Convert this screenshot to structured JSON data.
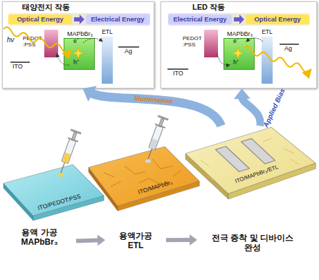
{
  "diagram": {
    "nodes": [
      {
        "text": [
          "태양전지 작동"
        ]
      },
      {
        "text": [
          "Optical Energy",
          "Electrical Energy"
        ],
        "in": 0
      },
      {
        "text": [
          "PEDOT :PSS"
        ],
        "in": 0
      },
      {
        "text": [
          "MAPbBr₃"
        ],
        "in": 0
      },
      {
        "text": [
          "ETL"
        ],
        "in": 0
      },
      {
        "text": [
          "LED 작동"
        ]
      },
      {
        "text": [
          "Electrical Energy",
          "Optical Energy"
        ],
        "in": 5
      },
      {
        "text": [
          "PEDOT :PSS"
        ],
        "in": 5
      },
      {
        "text": [
          "MAPbBr₃"
        ],
        "in": 5
      },
      {
        "text": [
          "ETL"
        ],
        "in": 5
      },
      {
        "text": [
          "ITO/PEDOT:PSS",
          "용액 가공 MAPbBr₃"
        ]
      },
      {
        "text": [
          "ITO/MAPbBr₃",
          "용액가공 ETL"
        ]
      },
      {
        "text": [
          "ITO/MAPbBr₃/ETL",
          "전극 증착 및 디바이스 완성"
        ]
      }
    ],
    "edges": [
      {
        "from": 10,
        "to": 11,
        "arrow": "to"
      },
      {
        "from": 11,
        "to": 12,
        "arrow": "to"
      },
      {
        "from": 12,
        "to": 0,
        "label": "Illumination",
        "arrow": "to"
      },
      {
        "from": 12,
        "to": 5,
        "label": "Applied Bias",
        "arrow": "to"
      }
    ],
    "labels": [
      "hν",
      "ITO",
      "e⁻",
      "h⁺",
      "Ag",
      "ITO",
      "e⁻",
      "h⁺",
      "Ag"
    ]
  }
}
